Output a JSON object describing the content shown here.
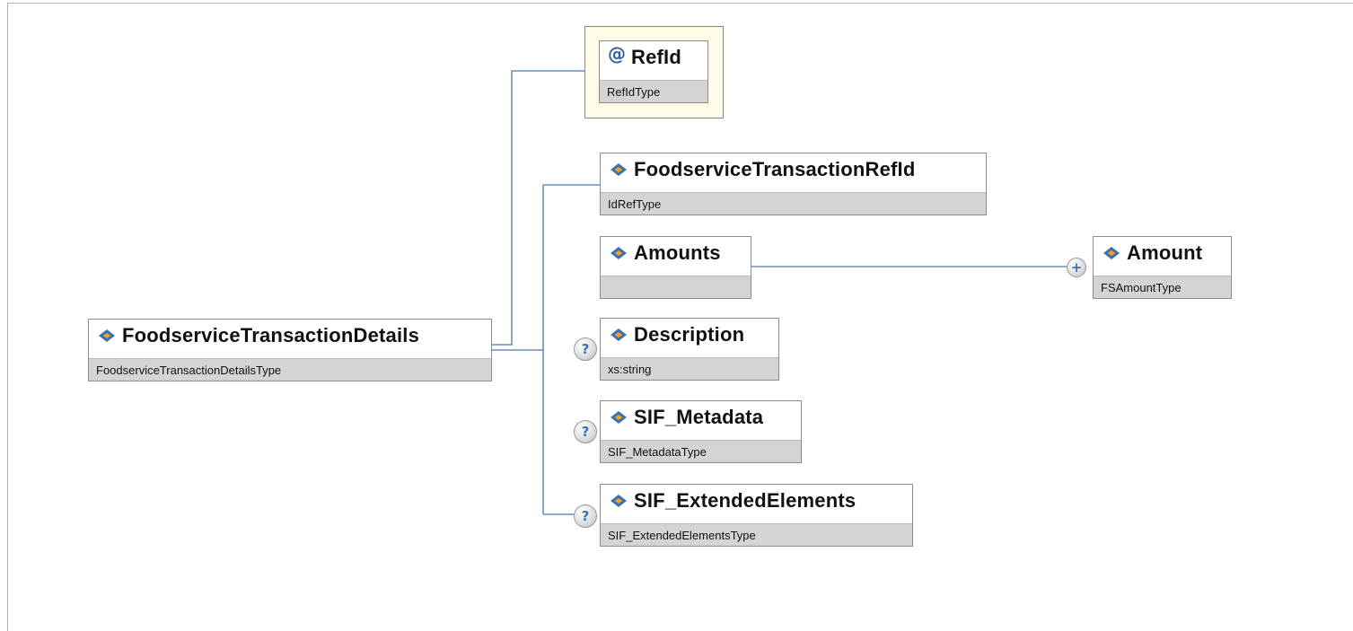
{
  "diagram": {
    "root": {
      "name": "FoodserviceTransactionDetails",
      "type": "FoodserviceTransactionDetailsType"
    },
    "attribute": {
      "symbol": "@",
      "name": "RefId",
      "type": "RefIdType"
    },
    "children": [
      {
        "name": "FoodserviceTransactionRefId",
        "type": "IdRefType",
        "optional": false
      },
      {
        "name": "Amounts",
        "type": "",
        "optional": false
      },
      {
        "name": "Description",
        "type": "xs:string",
        "optional": true
      },
      {
        "name": "SIF_Metadata",
        "type": "SIF_MetadataType",
        "optional": true
      },
      {
        "name": "SIF_ExtendedElements",
        "type": "SIF_ExtendedElementsType",
        "optional": true
      }
    ],
    "amount": {
      "name": "Amount",
      "type": "FSAmountType"
    },
    "optional_glyph": "?",
    "expand_glyph": "+",
    "colors": {
      "connector": "#4a77ad",
      "type_bar": "#d4d4d4",
      "attribute_bg": "#fffbe6",
      "icon_blue": "#3b6fb6",
      "icon_orange": "#f0a21e"
    }
  }
}
